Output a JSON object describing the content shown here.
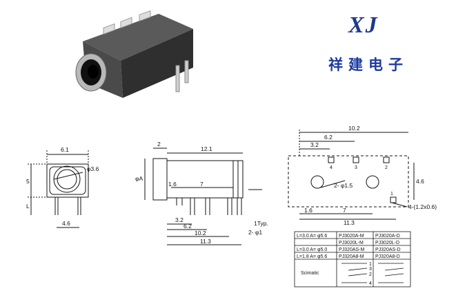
{
  "logo": {
    "mark": "XJ",
    "company": "祥建电子"
  },
  "front_view": {
    "w": "6.1",
    "h": "5",
    "l": "L",
    "pitch": "4.6",
    "hole": "φ3.6"
  },
  "side_view": {
    "d2": "2",
    "d12_1": "12.1",
    "d1_6": "1.6",
    "d7": "7",
    "phiA": "φA",
    "d3_2": "3.2",
    "d6_2": "6.2",
    "d10_2": "10.2",
    "d11_3": "11.3",
    "typ": "1Typ.",
    "d2phi1": "2- φ1"
  },
  "pcb_view": {
    "d10_2": "10.2",
    "d6_2": "6.2",
    "d3_2": "3.2",
    "d4_6": "4.6",
    "d1_6": "1.6",
    "d7": "7",
    "d11_3": "11.3",
    "d2phi15": "2- φ1.5",
    "slot": "4-(1.2x0.6)",
    "pins": [
      "4",
      "3",
      "2",
      "1"
    ]
  },
  "table": {
    "rows": [
      [
        "L=3.0  A= φ5.6",
        "PJ3020A-M",
        "PJ3020A-D"
      ],
      [
        "",
        "PJ3020L-M",
        "PJ3020L-D"
      ],
      [
        "L=3.0  A= φ5.0",
        "PJ320AS-M",
        "PJ320AS-D"
      ],
      [
        "L=1.8  A= φ5.6",
        "PJ320A8-M",
        "PJ320A8-D"
      ]
    ],
    "schematic_label": "Scimatic",
    "sch_pins": [
      "1",
      "3",
      "2",
      "4"
    ]
  },
  "colors": {
    "body": "#3f3f3f",
    "lines": "#111111",
    "logo": "#1d3a8c"
  }
}
